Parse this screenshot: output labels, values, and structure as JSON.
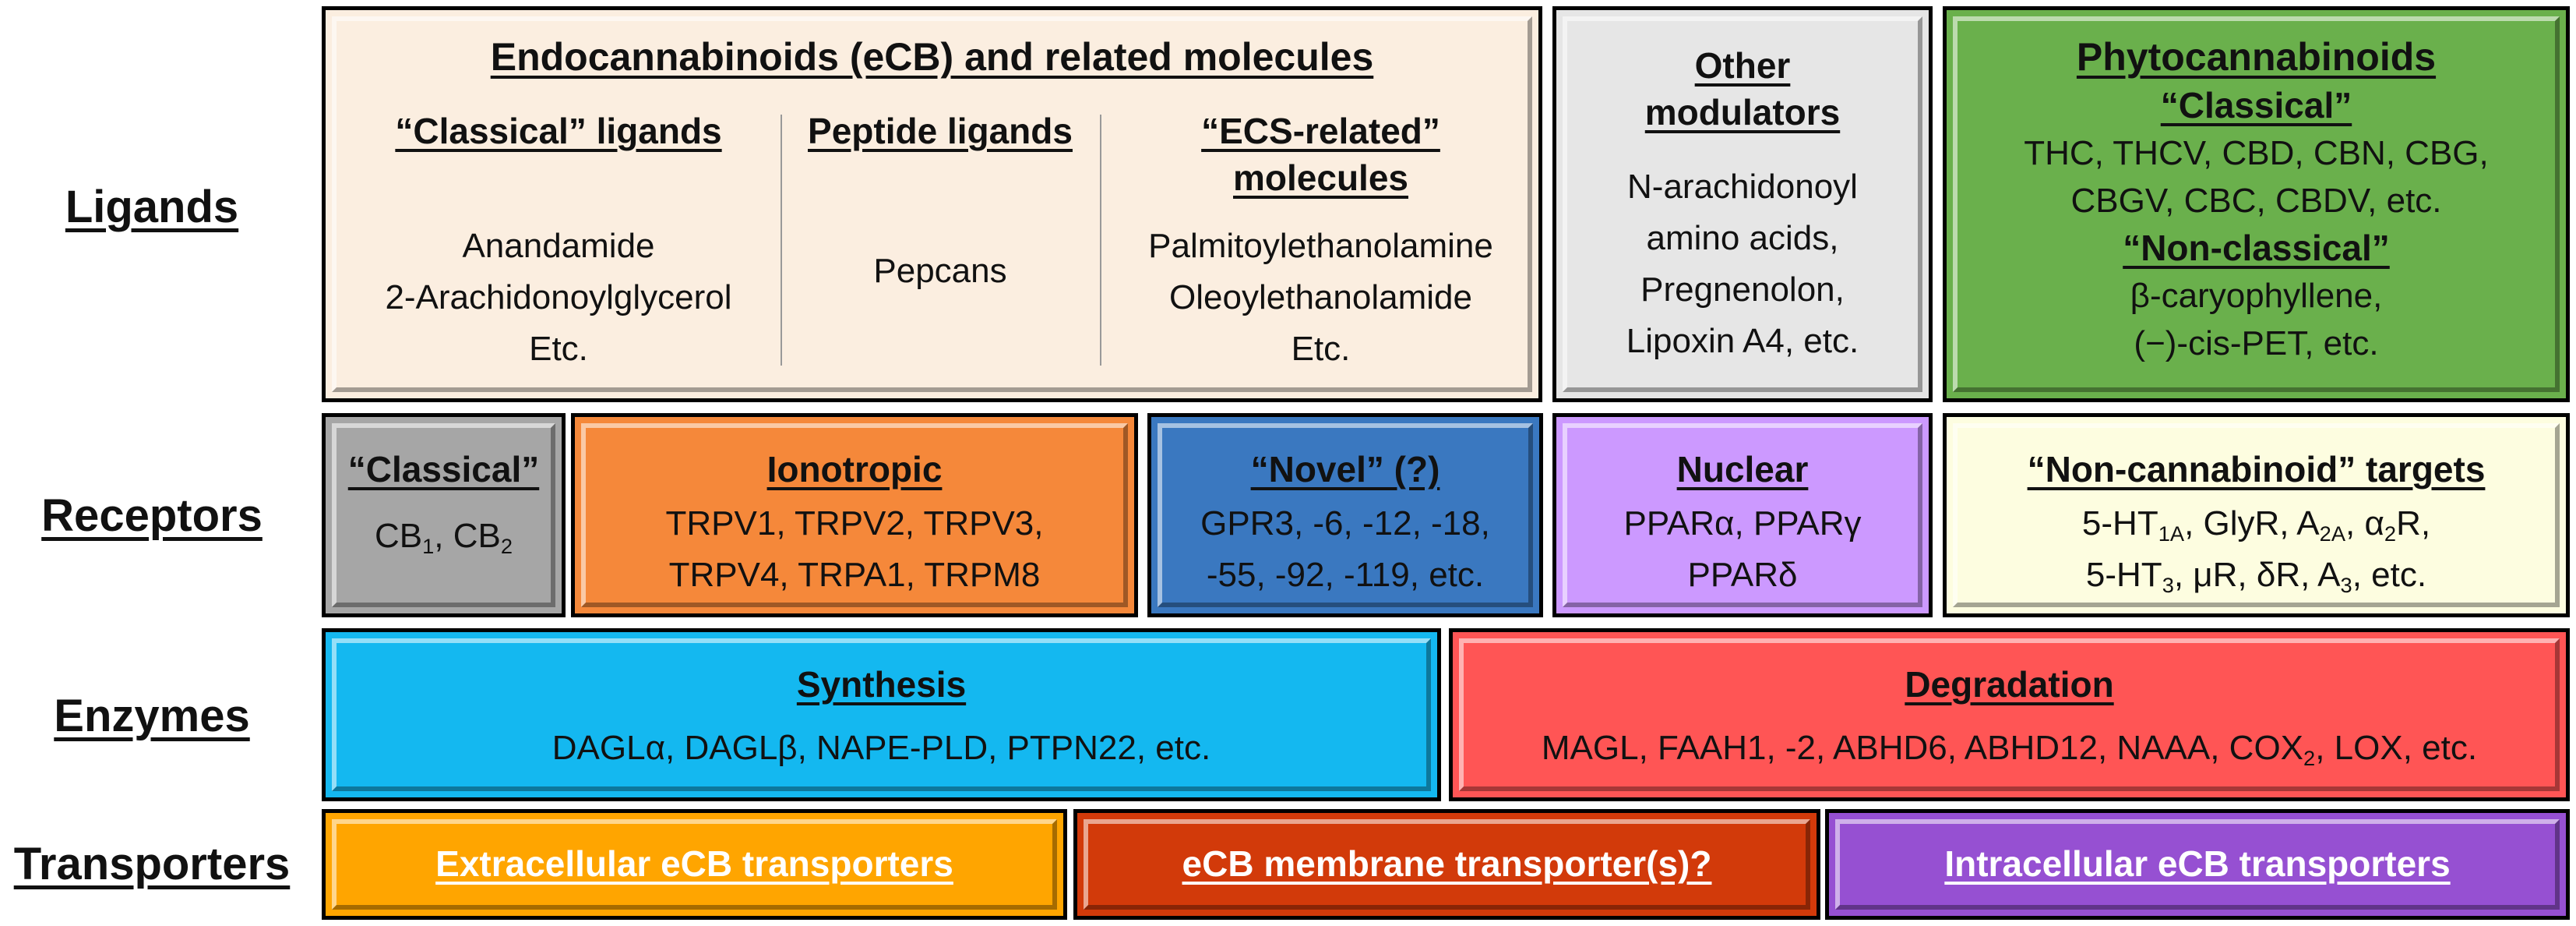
{
  "rows": {
    "ligands": "Ligands",
    "receptors": "Receptors",
    "enzymes": "Enzymes",
    "transporters": "Transporters"
  },
  "ligands": {
    "ecb": {
      "title": "Endocannabinoids (eCB) and related molecules",
      "classical": {
        "head": "“Classical” ligands",
        "lines": [
          "Anandamide",
          "2-Arachidonoylglycerol",
          "Etc."
        ]
      },
      "peptide": {
        "head": "Peptide ligands",
        "lines": [
          "Pepcans"
        ]
      },
      "ecs": {
        "head1": "“ECS-related”",
        "head2": "molecules",
        "lines": [
          "Palmitoylethanolamine",
          "Oleoylethanolamide",
          "Etc."
        ]
      },
      "color": "#fbeee0"
    },
    "other": {
      "head1": "Other",
      "head2": "modulators",
      "lines": [
        "N-arachidonoyl",
        "amino acids,",
        "Pregnenolon,",
        "Lipoxin A4, etc."
      ],
      "color": "#e6e6e6"
    },
    "phyto": {
      "title": "Phytocannabinoids",
      "classical_head": "“Classical”",
      "classical_lines": [
        "THC, THCV, CBD, CBN, CBG,",
        "CBGV, CBC, CBDV, etc."
      ],
      "nonclassical_head": "“Non-classical”",
      "nonclassical_lines": [
        "β-caryophyllene,",
        "(−)-cis-PET, etc."
      ],
      "color": "#6ab04c"
    }
  },
  "receptors": {
    "classical": {
      "head": "“Classical”",
      "cb": "CB",
      "s1": "1",
      "sep": ", CB",
      "s2": "2",
      "color": "#a6a6a6"
    },
    "ionotropic": {
      "head": "Ionotropic",
      "lines": [
        "TRPV1, TRPV2, TRPV3,",
        "TRPV4, TRPA1, TRPM8"
      ],
      "color": "#f5883a"
    },
    "novel": {
      "head": "“Novel” (?)",
      "lines": [
        "GPR3, -6, -12, -18,",
        "-55, -92, -119, etc."
      ],
      "color": "#3a78c0"
    },
    "nuclear": {
      "head": "Nuclear",
      "lines": [
        "PPARα, PPARγ",
        "PPARδ"
      ],
      "color": "#cc99ff"
    },
    "noncb": {
      "head": "“Non-cannabinoid” targets",
      "l1": {
        "a": "5-HT",
        "a_sub": "1A",
        "b": ", GlyR, A",
        "b_sub": "2A",
        "c": ", α",
        "c_sub": "2",
        "d": "R,"
      },
      "l2": {
        "a": "5-HT",
        "a_sub": "3",
        "b": ", μR, δR, A",
        "b_sub": "3",
        "c": ", etc."
      },
      "color": "#fdfde0"
    }
  },
  "enzymes": {
    "synthesis": {
      "head": "Synthesis",
      "line": "DAGLα, DAGLβ, NAPE-PLD, PTPN22, etc.",
      "color": "#14b8f0"
    },
    "degradation": {
      "head": "Degradation",
      "pre": "MAGL, FAAH1, -2, ABHD6, ABHD12, NAAA, COX",
      "sub": "2",
      "post": ", LOX, etc.",
      "color": "#ff5555"
    }
  },
  "transporters": {
    "extra": {
      "label": "Extracellular eCB transporters",
      "color": "#ffa500"
    },
    "membrane": {
      "label": "eCB membrane transporter(s)?",
      "color": "#d23a0a"
    },
    "intra": {
      "label": "Intracellular eCB transporters",
      "color": "#9650d2"
    }
  }
}
